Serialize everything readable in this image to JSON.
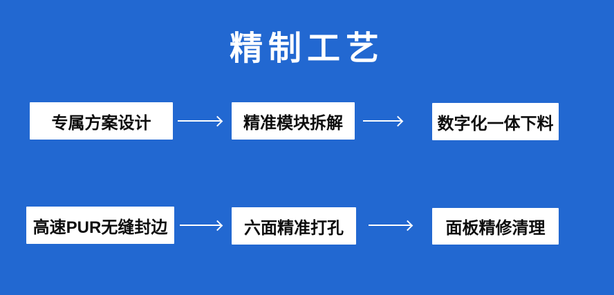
{
  "title": "精制工艺",
  "colors": {
    "background": "#2268d1",
    "box_bg": "#ffffff",
    "box_text": "#0d0d0d",
    "title_text": "#ffffff",
    "arrow": "#ffffff"
  },
  "flow": {
    "rows": [
      {
        "steps": [
          {
            "label": "专属方案设计"
          },
          {
            "label": "精准模块拆解"
          },
          {
            "label": "数字化一体下料"
          }
        ]
      },
      {
        "steps": [
          {
            "label": "高速PUR无缝封边"
          },
          {
            "label": "六面精准打孔"
          },
          {
            "label": "面板精修清理"
          }
        ]
      }
    ]
  }
}
